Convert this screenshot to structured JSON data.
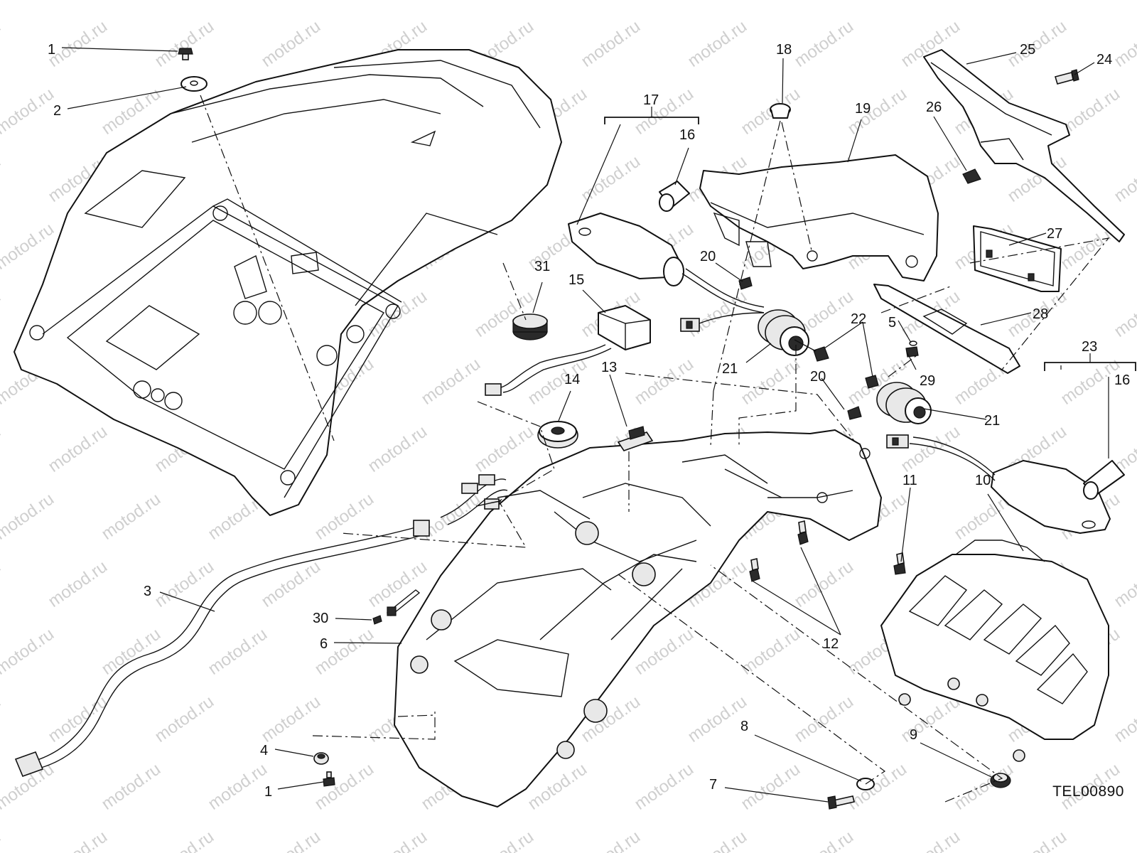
{
  "watermark_text": "motod.ru",
  "diagram_code": "TEL00890",
  "callouts": {
    "c1a": "1",
    "c1b": "1",
    "c2": "2",
    "c3": "3",
    "c4": "4",
    "c5": "5",
    "c6": "6",
    "c7": "7",
    "c8": "8",
    "c9": "9",
    "c10": "10",
    "c11": "11",
    "c12": "12",
    "c13": "13",
    "c14": "14",
    "c15": "15",
    "c16a": "16",
    "c16b": "16",
    "c17": "17",
    "c18": "18",
    "c19": "19",
    "c20a": "20",
    "c20b": "20",
    "c21a": "21",
    "c21b": "21",
    "c22": "22",
    "c23": "23",
    "c24": "24",
    "c25": "25",
    "c26": "26",
    "c27": "27",
    "c28": "28",
    "c29": "29",
    "c30": "30",
    "c31": "31"
  }
}
